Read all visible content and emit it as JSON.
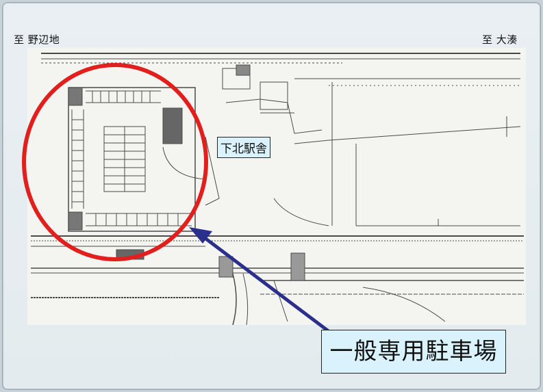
{
  "map": {
    "direction_left": "至 野辺地",
    "direction_right": "至 大湊",
    "station_label": "下北駅舎",
    "parking_label": "一般専用駐車場",
    "colors": {
      "background": "#c7d3d9",
      "panel": "#e7edf0",
      "drawing": "#f4f4f1",
      "lines": "#4a4a4a",
      "highlight_circle": "#e1201e",
      "arrow": "#2b2f8c",
      "label_fill": "#d9f2fb"
    },
    "icons": [
      "parking-highlight-circle",
      "pointer-arrow-icon"
    ]
  }
}
